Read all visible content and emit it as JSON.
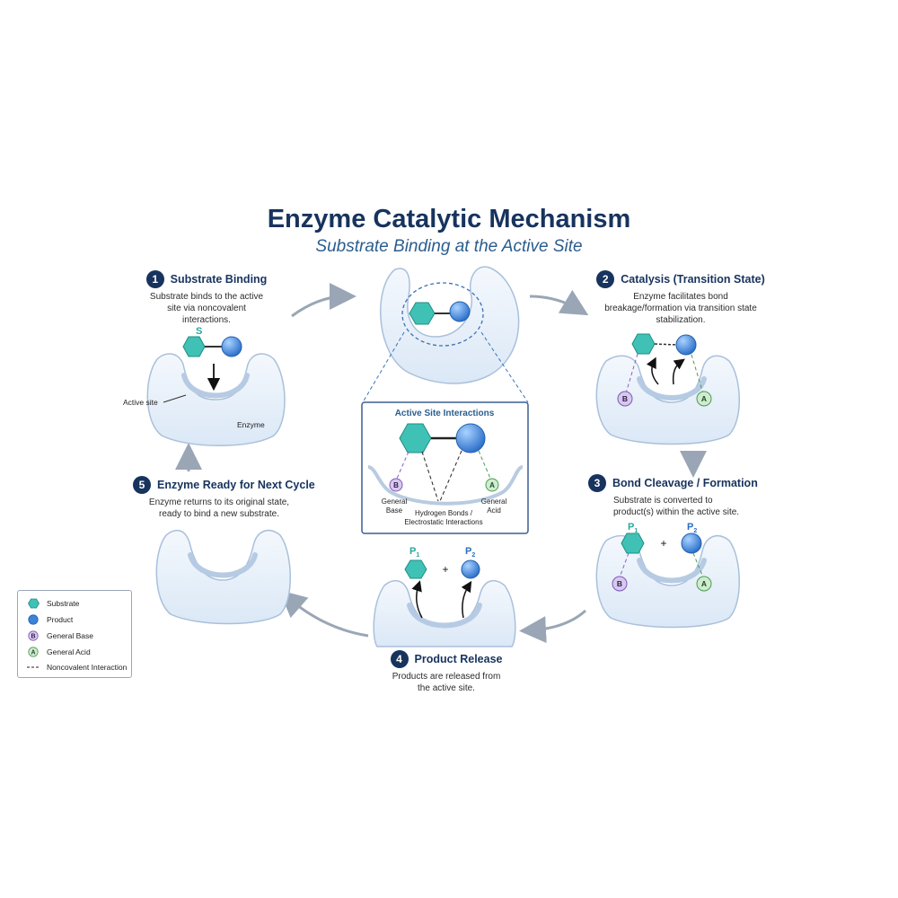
{
  "header": {
    "title": "Enzyme Catalytic Mechanism",
    "subtitle": "Substrate Binding at the Active Site"
  },
  "steps": [
    {
      "number": "1",
      "title": "Substrate Binding",
      "description": "Substrate binds to the active site via noncovalent interactions."
    },
    {
      "number": "2",
      "title": "Catalysis (Transition State)",
      "description": "Enzyme facilitates bond breakage/formation via transition state stabilization."
    },
    {
      "number": "3",
      "title": "Bond Cleavage / Formation",
      "description": "Substrate is converted to product(s) within the active site."
    },
    {
      "number": "4",
      "title": "Product Release",
      "description": "Products are released from the active site."
    },
    {
      "number": "5",
      "title": "Enzyme Ready for Next Cycle",
      "description": "Enzyme returns to its original state, ready to bind a new substrate."
    }
  ],
  "labels": {
    "substrate_letter": "S",
    "active_site": "Active site",
    "enzyme": "Enzyme",
    "p1": "P",
    "p2": "P",
    "p1_sub": "1",
    "p2_sub": "2",
    "plus": "+",
    "base_letter": "B",
    "acid_letter": "A"
  },
  "inset": {
    "title": "Active Site Interactions",
    "general_base_line1": "General",
    "general_base_line2": "Base",
    "general_acid_line1": "General",
    "general_acid_line2": "Acid",
    "bonds_line1": "Hydrogen Bonds /",
    "bonds_line2": "Electrostatic Interactions"
  },
  "legend": {
    "items": [
      {
        "icon": "hexagon",
        "label": "Substrate"
      },
      {
        "icon": "circle",
        "label": "Product"
      },
      {
        "icon": "B",
        "label": "General Base"
      },
      {
        "icon": "A",
        "label": "General Acid"
      },
      {
        "icon": "dashed",
        "label": "Noncovalent Interaction"
      }
    ]
  },
  "colors": {
    "navy": "#17335e",
    "substrate": "#3fc2b5",
    "product": "#3b82d9",
    "base": "#9b7cc9",
    "acid": "#8ccf8f",
    "enzyme": "#e6f0fa",
    "arrow": "#9aa6b5"
  }
}
